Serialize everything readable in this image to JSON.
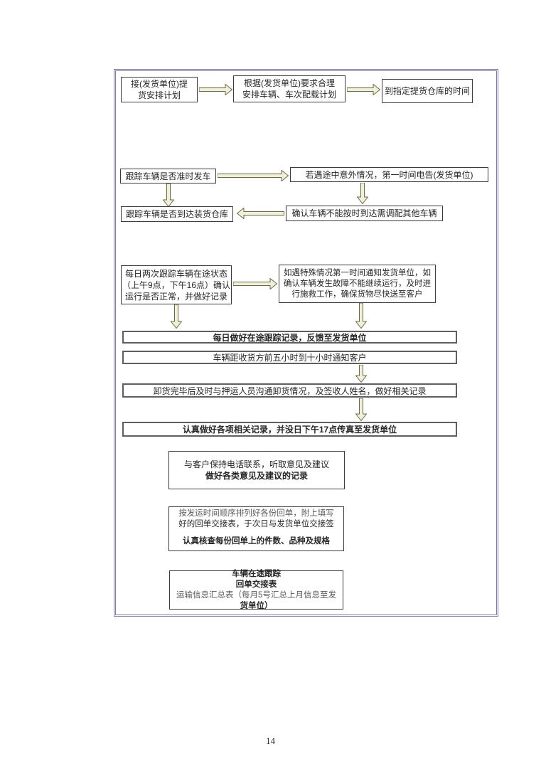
{
  "page_number": "14",
  "colors": {
    "container_border": "#7c7cba",
    "box_border": "#3c3c3c",
    "arrow_fill": "#f1eedc",
    "arrow_stroke": "#676c41",
    "text": "#262626"
  },
  "flow": {
    "receive_plan": {
      "l1": "接(发货单位)提",
      "l2": "货安排计划"
    },
    "arrange_plan": {
      "l1": "根据(发货单位)要求合理",
      "l2": "安排车辆、车次配载计划"
    },
    "warehouse_time": {
      "t": "到指定提货仓库的时间"
    },
    "track_depart": {
      "t": "跟踪车辆是否准时发车"
    },
    "accident_report": {
      "t": "若遇途中意外情况，第一时间电告(发货单位)"
    },
    "track_arrival": {
      "t": "跟踪车辆是否到达装货仓库"
    },
    "reassign_vehicle": {
      "t": "确认车辆不能按时到达需调配其他车辆"
    },
    "daily_track": {
      "l1": "每日两次跟踪车辆在途状态",
      "l2": "（上午9点，下午16点）确认",
      "l3": "运行是否正常，并做好记录"
    },
    "special_case": {
      "l1": "如遇特殊情况第一时间通知发货单位，如",
      "l2": "确认车辆发生故障不能继续运行，及时进",
      "l3": "行施救工作，确保货物尽快送至客户"
    },
    "bar_daily_record": "每日做好在途跟踪记录，反馈至发货单位",
    "bar_notify_customer": "车辆距收货方前五小时到十小时通知客户",
    "bar_unload": "卸货完毕后及时与押运人员沟通卸货情况，及签收人姓名，做好相关记录",
    "bar_fax": "认真做好各项相关记录，并没日下午17点传真至发货单位",
    "customer_feedback": {
      "l1": "与客户保持电话联系，听取意见及建议",
      "l2": "做好各类意见及建议的记录"
    },
    "receipt_handover": {
      "l1": "按发运时间顺序排列好各份回单，附上填写",
      "l2": "好的回单交接表，于次日与发货单位交接签",
      "l3": "认真核查每份回单上的件数、品种及规格"
    },
    "forms": {
      "l1": "车辆在途跟踪",
      "l2": "回单交接表",
      "l3": "运输信息汇总表（每月5号汇总上月信息至发",
      "l4": "货单位）"
    }
  }
}
